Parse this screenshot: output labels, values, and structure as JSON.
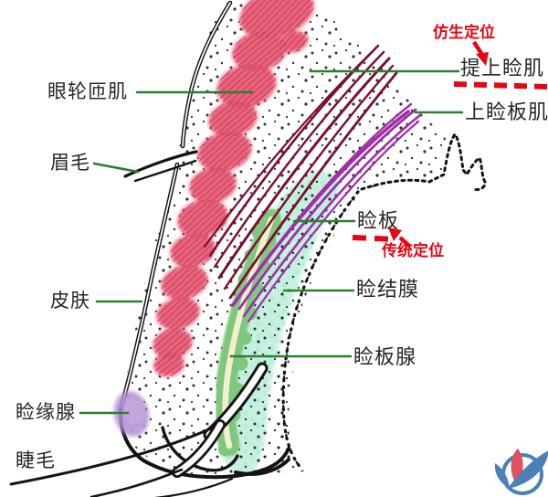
{
  "figure": {
    "type": "eyelid-cross-section-anatomy-diagram",
    "labels": {
      "orbicularis_muscle": "眼轮匝肌",
      "eyebrow": "眉毛",
      "skin": "皮肤",
      "lid_margin_gland": "睑缘腺",
      "eyelashes": "睫毛",
      "levator_muscle": "提上睑肌",
      "superior_tarsal_muscle": "上睑板肌",
      "tarsal_plate": "睑板",
      "conjunctiva": "睑结膜",
      "meibomian_gland": "睑板腺"
    },
    "annotations": {
      "bionic_positioning": "仿生定位",
      "traditional_positioning": "传统定位"
    },
    "colors": {
      "leader_line_green": "#2e7d32",
      "label_text": "#262626",
      "annotation_red": "#e30613",
      "muscle_pink": "#e8637a",
      "muscle_hatch": "#ba2c55",
      "levator_maroon": "#7a1030",
      "tarsal_muscle_purple": "#a02fa8",
      "tarsal_plate_teal": "#c7f1df",
      "gland_green": "#7fc77f",
      "gland_core_cream": "#f3efcd",
      "margin_gland_purple": "#b18fd2",
      "outline_black": "#141414",
      "logo_blue": "#4a80b8",
      "logo_red": "#e0505f"
    }
  }
}
